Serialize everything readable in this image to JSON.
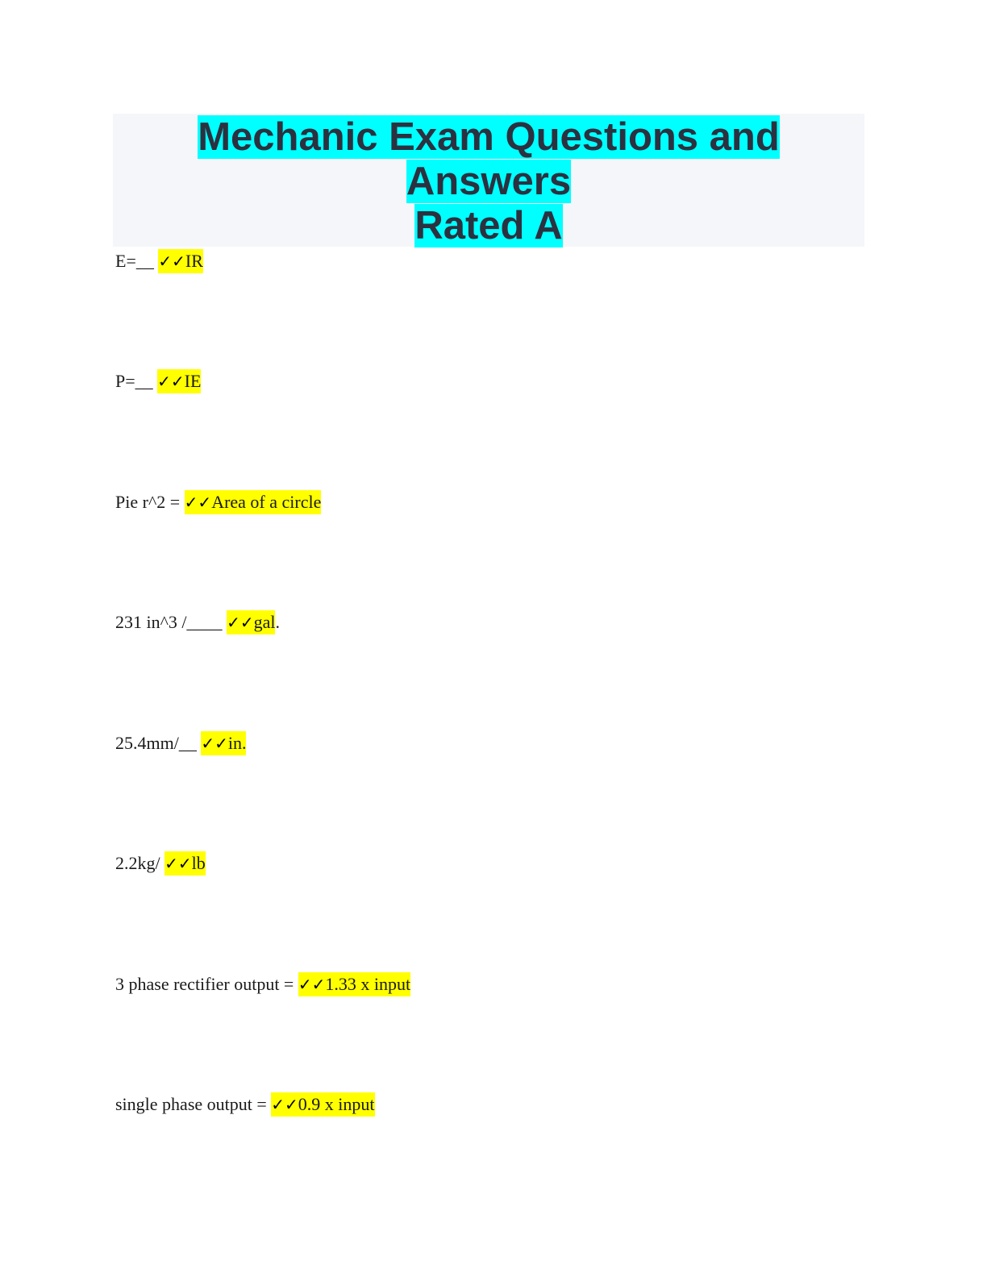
{
  "document": {
    "title_line1": "Mechanic Exam Questions and Answers",
    "title_line2": "Rated A"
  },
  "check_mark": "✓✓",
  "items": [
    {
      "question": "E=__ ",
      "answer": "IR",
      "suffix": ""
    },
    {
      "question": "P=__ ",
      "answer": "IE",
      "suffix": ""
    },
    {
      "question": "Pie r^2 = ",
      "answer": "Area of a circle",
      "suffix": ""
    },
    {
      "question": "231 in^3 /____ ",
      "answer": "gal",
      "suffix": "."
    },
    {
      "question": "25.4mm/__ ",
      "answer": "in.",
      "suffix": ""
    },
    {
      "question": "2.2kg/ ",
      "answer": "lb",
      "suffix": ""
    },
    {
      "question": "3 phase rectifier output = ",
      "answer": "1.33 x input",
      "suffix": ""
    },
    {
      "question": "single phase output = ",
      "answer": "0.9 x input",
      "suffix": ""
    }
  ],
  "colors": {
    "title_highlight": "#00ffff",
    "answer_highlight": "#ffff00",
    "title_box": "#f5f6fa",
    "title_text": "#2c3140"
  }
}
